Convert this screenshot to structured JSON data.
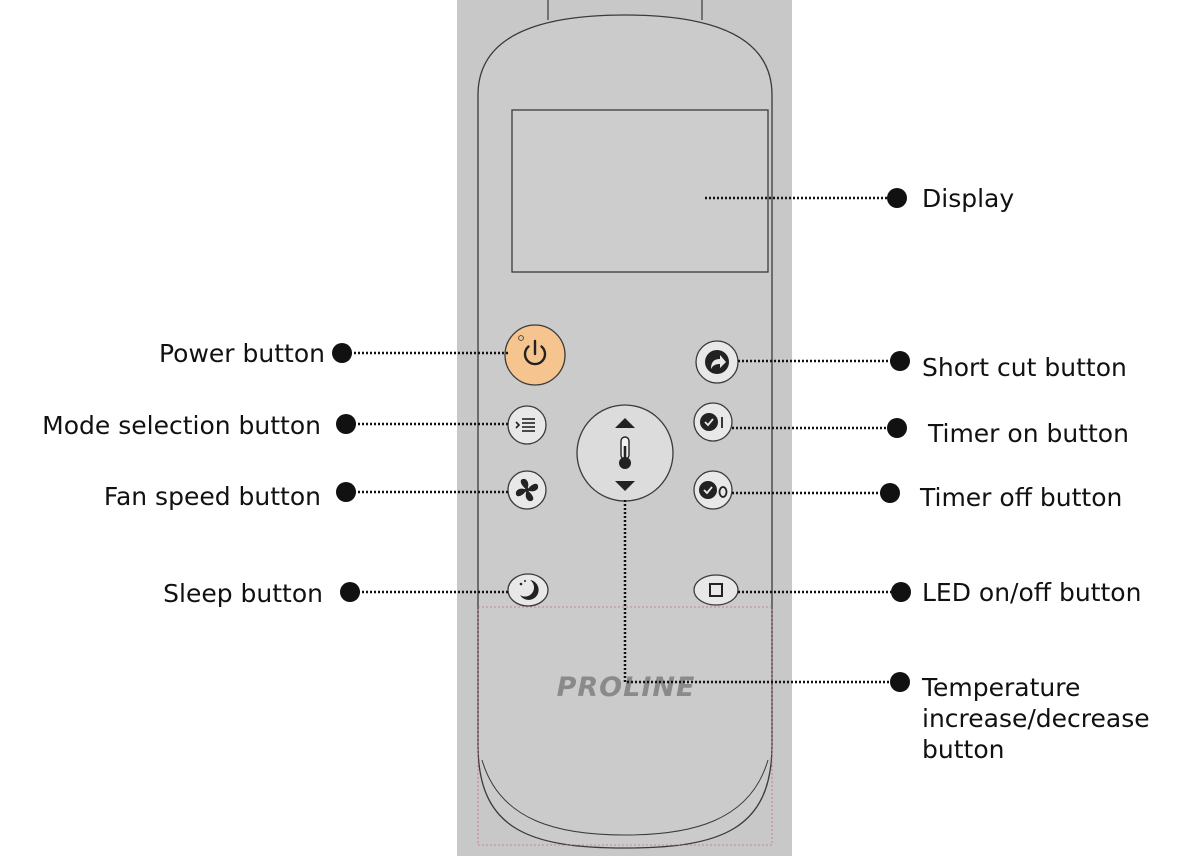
{
  "brand": "PROLINE",
  "colors": {
    "device_panel": "#c8c8c8",
    "device_outline": "#3a3a3a",
    "power_button": "#f6c48e",
    "button_face": "#ececec",
    "leader_line": "#111111",
    "battery_outline": "#d46a8a"
  },
  "callouts": {
    "display": "Display",
    "power": "Power button",
    "shortcut": "Short cut button",
    "mode": "Mode selection button",
    "timer_on": "Timer on button",
    "fan": "Fan speed button",
    "timer_off": "Timer off button",
    "sleep": "Sleep button",
    "led": "LED on/off button",
    "temperature": [
      "Temperature",
      "increase/decrease",
      "button"
    ]
  },
  "icons": {
    "power": "power-icon",
    "mode": "mode-list-icon",
    "fan": "fan-icon",
    "sleep": "moon-icon",
    "shortcut": "arrow-redo-icon",
    "timer_on": "clock-on-icon",
    "timer_off": "clock-off-icon",
    "led": "square-icon",
    "temperature": "thermometer-icon"
  }
}
